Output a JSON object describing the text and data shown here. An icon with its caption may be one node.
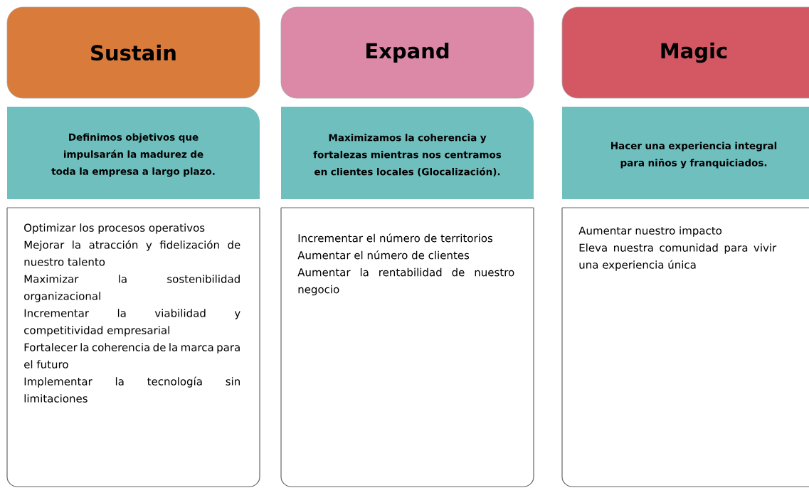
{
  "diagram": {
    "nodes": [
      {
        "text": [
          "Sustain"
        ]
      },
      {
        "text": [
          "Definimos objetivos que impulsarán la madurez de toda la empresa a largo plazo."
        ]
      },
      {
        "text": [
          "Optimizar los procesos operativos",
          "Mejorar la atracción y fidelización de nuestro talento",
          "Maximizar la sostenibilidad organizacional",
          "Incrementar la viabilidad y competitividad empresarial",
          "Fortalecer la coherencia de la marca para el futuro",
          "Implementar la tecnología sin limitaciones"
        ]
      },
      {
        "text": [
          "Expand"
        ]
      },
      {
        "text": [
          "Maximizamos la coherencia y fortalezas mientras nos centramos en clientes locales (Glocalización)."
        ]
      },
      {
        "text": [
          "Incrementar el número de territorios",
          "Aumentar el número de clientes",
          "Aumentar la rentabilidad de nuestro negocio"
        ]
      },
      {
        "text": [
          "Magic"
        ]
      },
      {
        "text": [
          "Hacer una experiencia integral para niños y franquiciados."
        ]
      },
      {
        "text": [
          "Aumentar nuestro impacto",
          "Eleva nuestra comunidad para vivir una experiencia única"
        ]
      }
    ]
  }
}
